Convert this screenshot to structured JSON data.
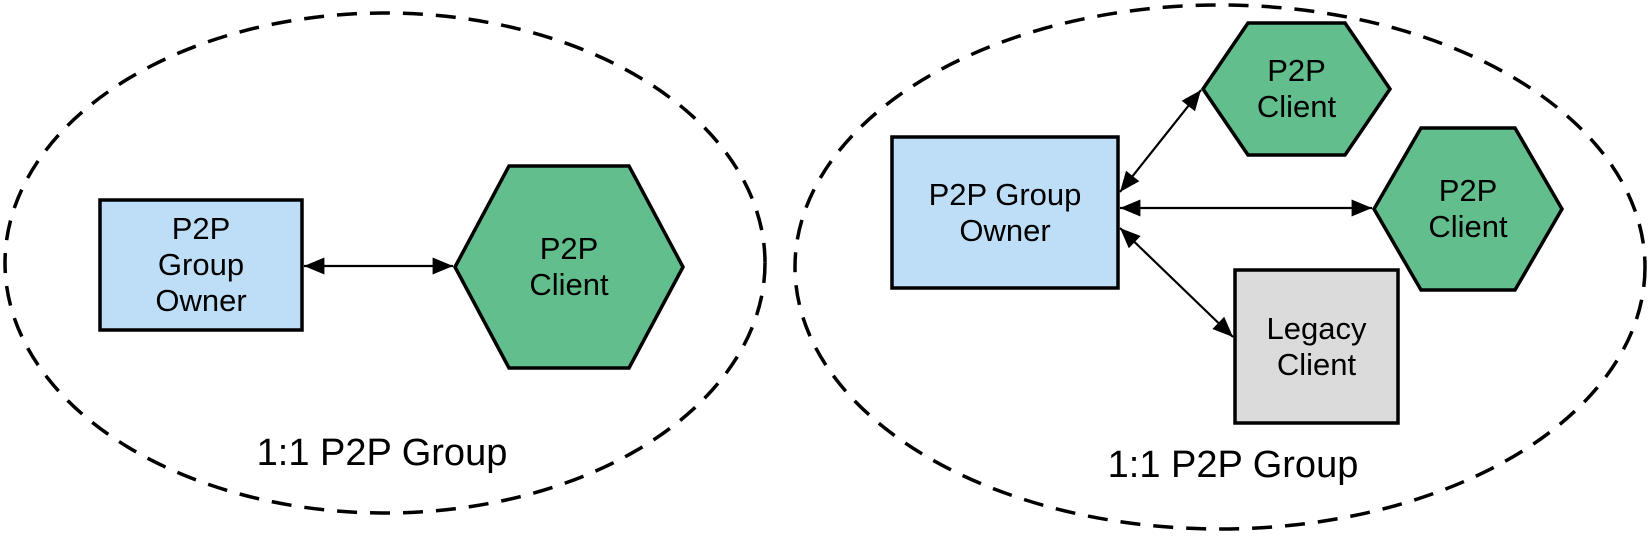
{
  "colors": {
    "owner_fill": "#BDDEF6",
    "client_fill": "#62BE8D",
    "legacy_fill": "#DBDBDB",
    "line": "#000000",
    "background": "#FFFFFF"
  },
  "left_group": {
    "caption": "1:1 P2P Group",
    "owner_label": "P2P\nGroup\nOwner",
    "client_label": "P2P\nClient"
  },
  "right_group": {
    "caption": "1:1 P2P Group",
    "owner_label": "P2P Group\nOwner",
    "client_top_label": "P2P\nClient",
    "client_right_label": "P2P\nClient",
    "legacy_label": "Legacy\nClient"
  }
}
